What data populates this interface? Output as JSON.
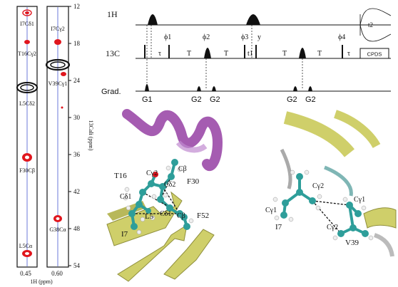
{
  "spectra": {
    "y_ticks": [
      "12",
      "18",
      "24",
      "30",
      "36",
      "42",
      "48",
      "54"
    ],
    "y_axis_label": "13Cali (ppm)",
    "x_axis_label": "1H (ppm)",
    "strip1": {
      "x_tick": "0.45",
      "peak_labels": [
        "I7Cδ1",
        "T16Cγ2",
        "L5Cδ2",
        "F30Cβ",
        "L5Cα"
      ]
    },
    "strip2": {
      "x_tick": "0.60",
      "peak_labels": [
        "I7Cγ2",
        "V39Cγ1",
        "G38Cα"
      ]
    }
  },
  "pulse_sequence": {
    "channels": [
      "1H",
      "13C",
      "Grad."
    ],
    "phases": [
      "ϕ1",
      "ϕ2",
      "ϕ3",
      "y",
      "ϕ4"
    ],
    "delays": [
      "τ",
      "T",
      "T",
      "t1",
      "T",
      "T",
      "τ"
    ],
    "acq_label": "t2",
    "decoupling_label": "CPDS",
    "gradients": [
      "G1",
      "G2",
      "G2",
      "G2",
      "G2"
    ]
  },
  "structures": {
    "left": {
      "atom_labels": [
        "T16",
        "Cγ2",
        "Cδ2",
        "Cβ",
        "Cδ1",
        "F30",
        "L5",
        "Cδ1",
        "Cβ",
        "F52",
        "I7"
      ]
    },
    "right": {
      "atom_labels": [
        "Cγ2",
        "Cγ1",
        "Cγ1",
        "I7",
        "Cγ2",
        "V39"
      ]
    }
  },
  "colors": {
    "peak_red": "#e0161e",
    "peak_black": "#111111",
    "axis_blue": "#6b78d8",
    "helix_purple": "#9b4aa8",
    "sheet_yellow": "#cfcf6a",
    "atom_teal": "#2e9e9a",
    "loop_teal": "#7fb6b5"
  }
}
